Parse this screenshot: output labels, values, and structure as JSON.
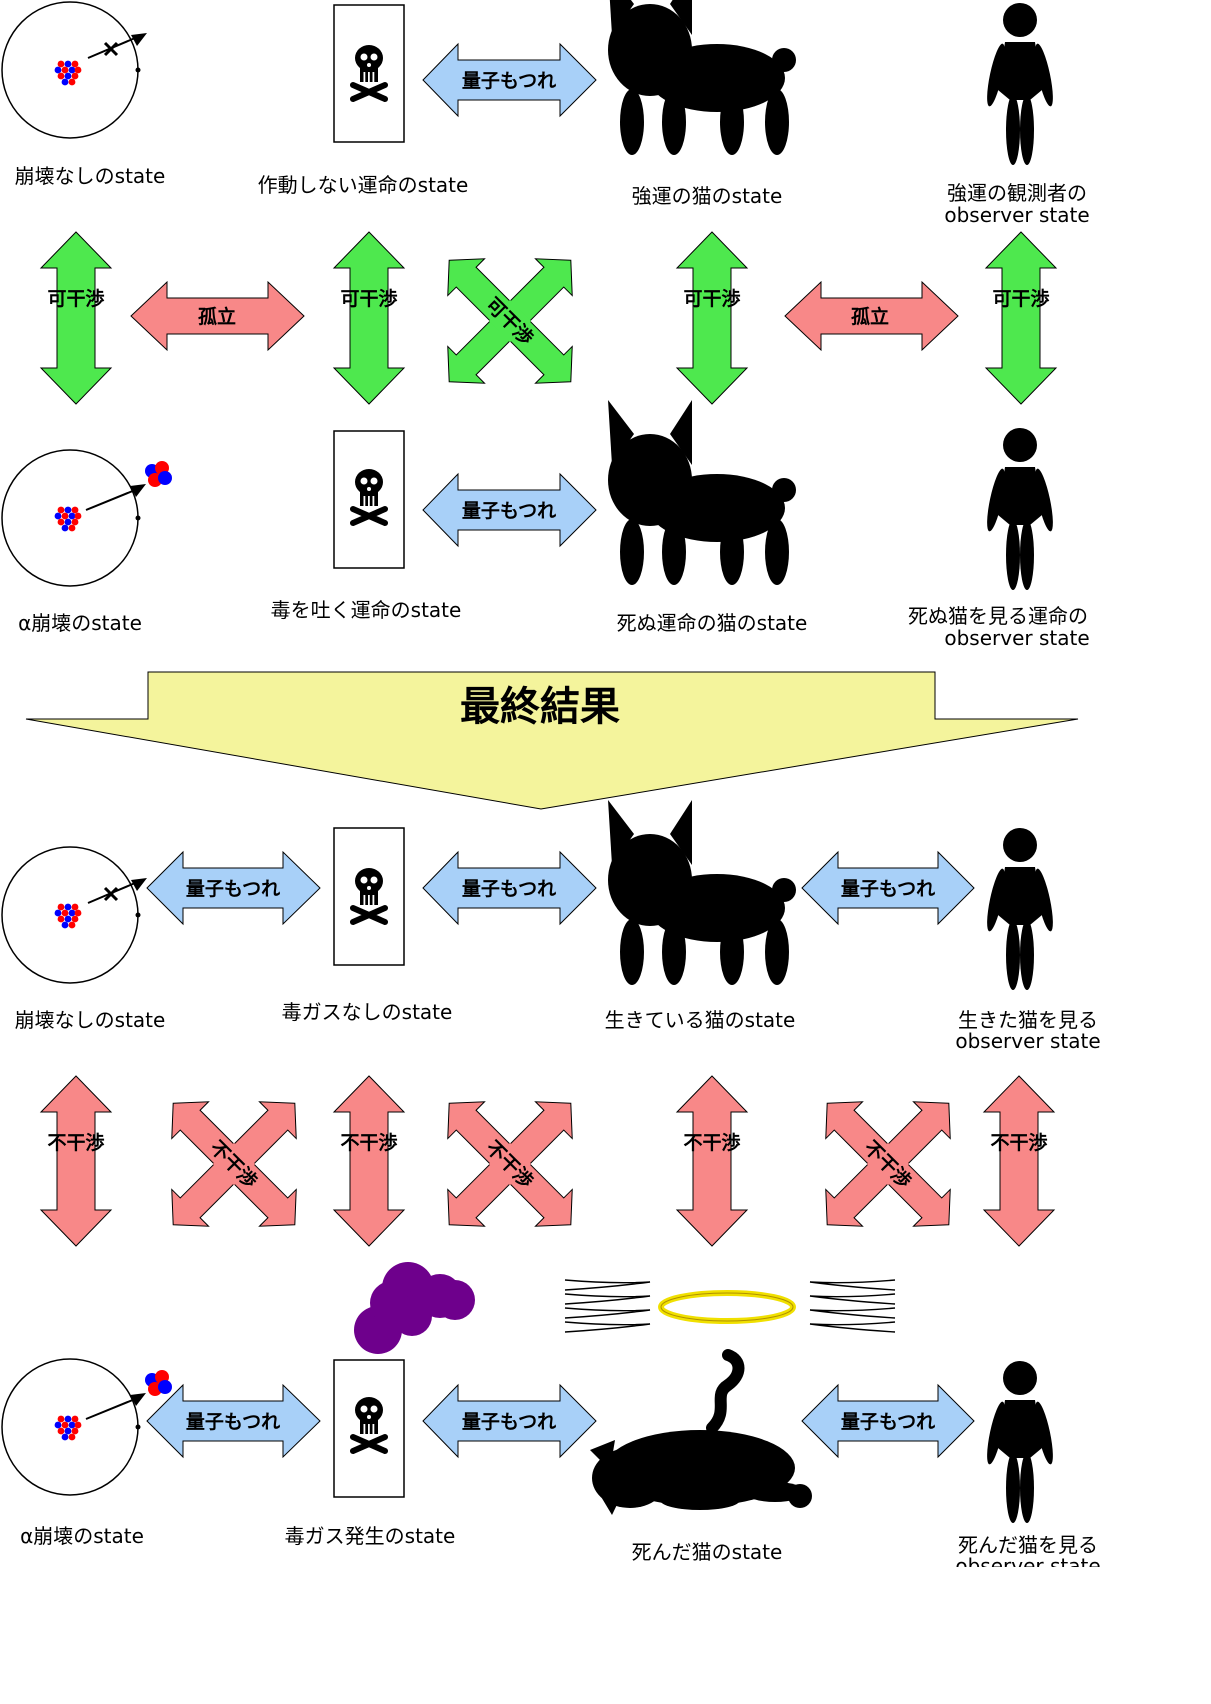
{
  "colors": {
    "entangle_fill": "#a8d0f8",
    "interfere_fill": "#4ee84e",
    "isolate_fill": "#f88888",
    "nointerfere_fill": "#f88888",
    "result_fill": "#f4f49c",
    "proton": "#ff0000",
    "neutron": "#0000ff",
    "smoke": "#6e008c",
    "halo": "#f0e000"
  },
  "texts": {
    "entangle": "量子もつれ",
    "interfere": "可干渉",
    "isolate": "孤立",
    "nointerfere": "不干渉",
    "result": "最終結果"
  },
  "top": {
    "row1": {
      "atom": "崩壊なしのstate",
      "device": "作動しない運命のstate",
      "cat": "強運の猫のstate",
      "observer_1": "強運の観測者の",
      "observer_2": "observer state"
    },
    "row2": {
      "atom": "α崩壊のstate",
      "device": "毒を吐く運命のstate",
      "cat": "死ぬ運命の猫のstate",
      "observer_1": "死ぬ猫を見る運命の",
      "observer_2": "observer state"
    }
  },
  "bottom": {
    "row1": {
      "atom": "崩壊なしのstate",
      "device": "毒ガスなしのstate",
      "cat": "生きている猫のstate",
      "observer_1": "生きた猫を見る",
      "observer_2": "observer state"
    },
    "row2": {
      "atom": "α崩壊のstate",
      "device": "毒ガス発生のstate",
      "cat": "死んだ猫のstate",
      "observer_1": "死んだ猫を見る",
      "observer_2": "observer state"
    }
  }
}
